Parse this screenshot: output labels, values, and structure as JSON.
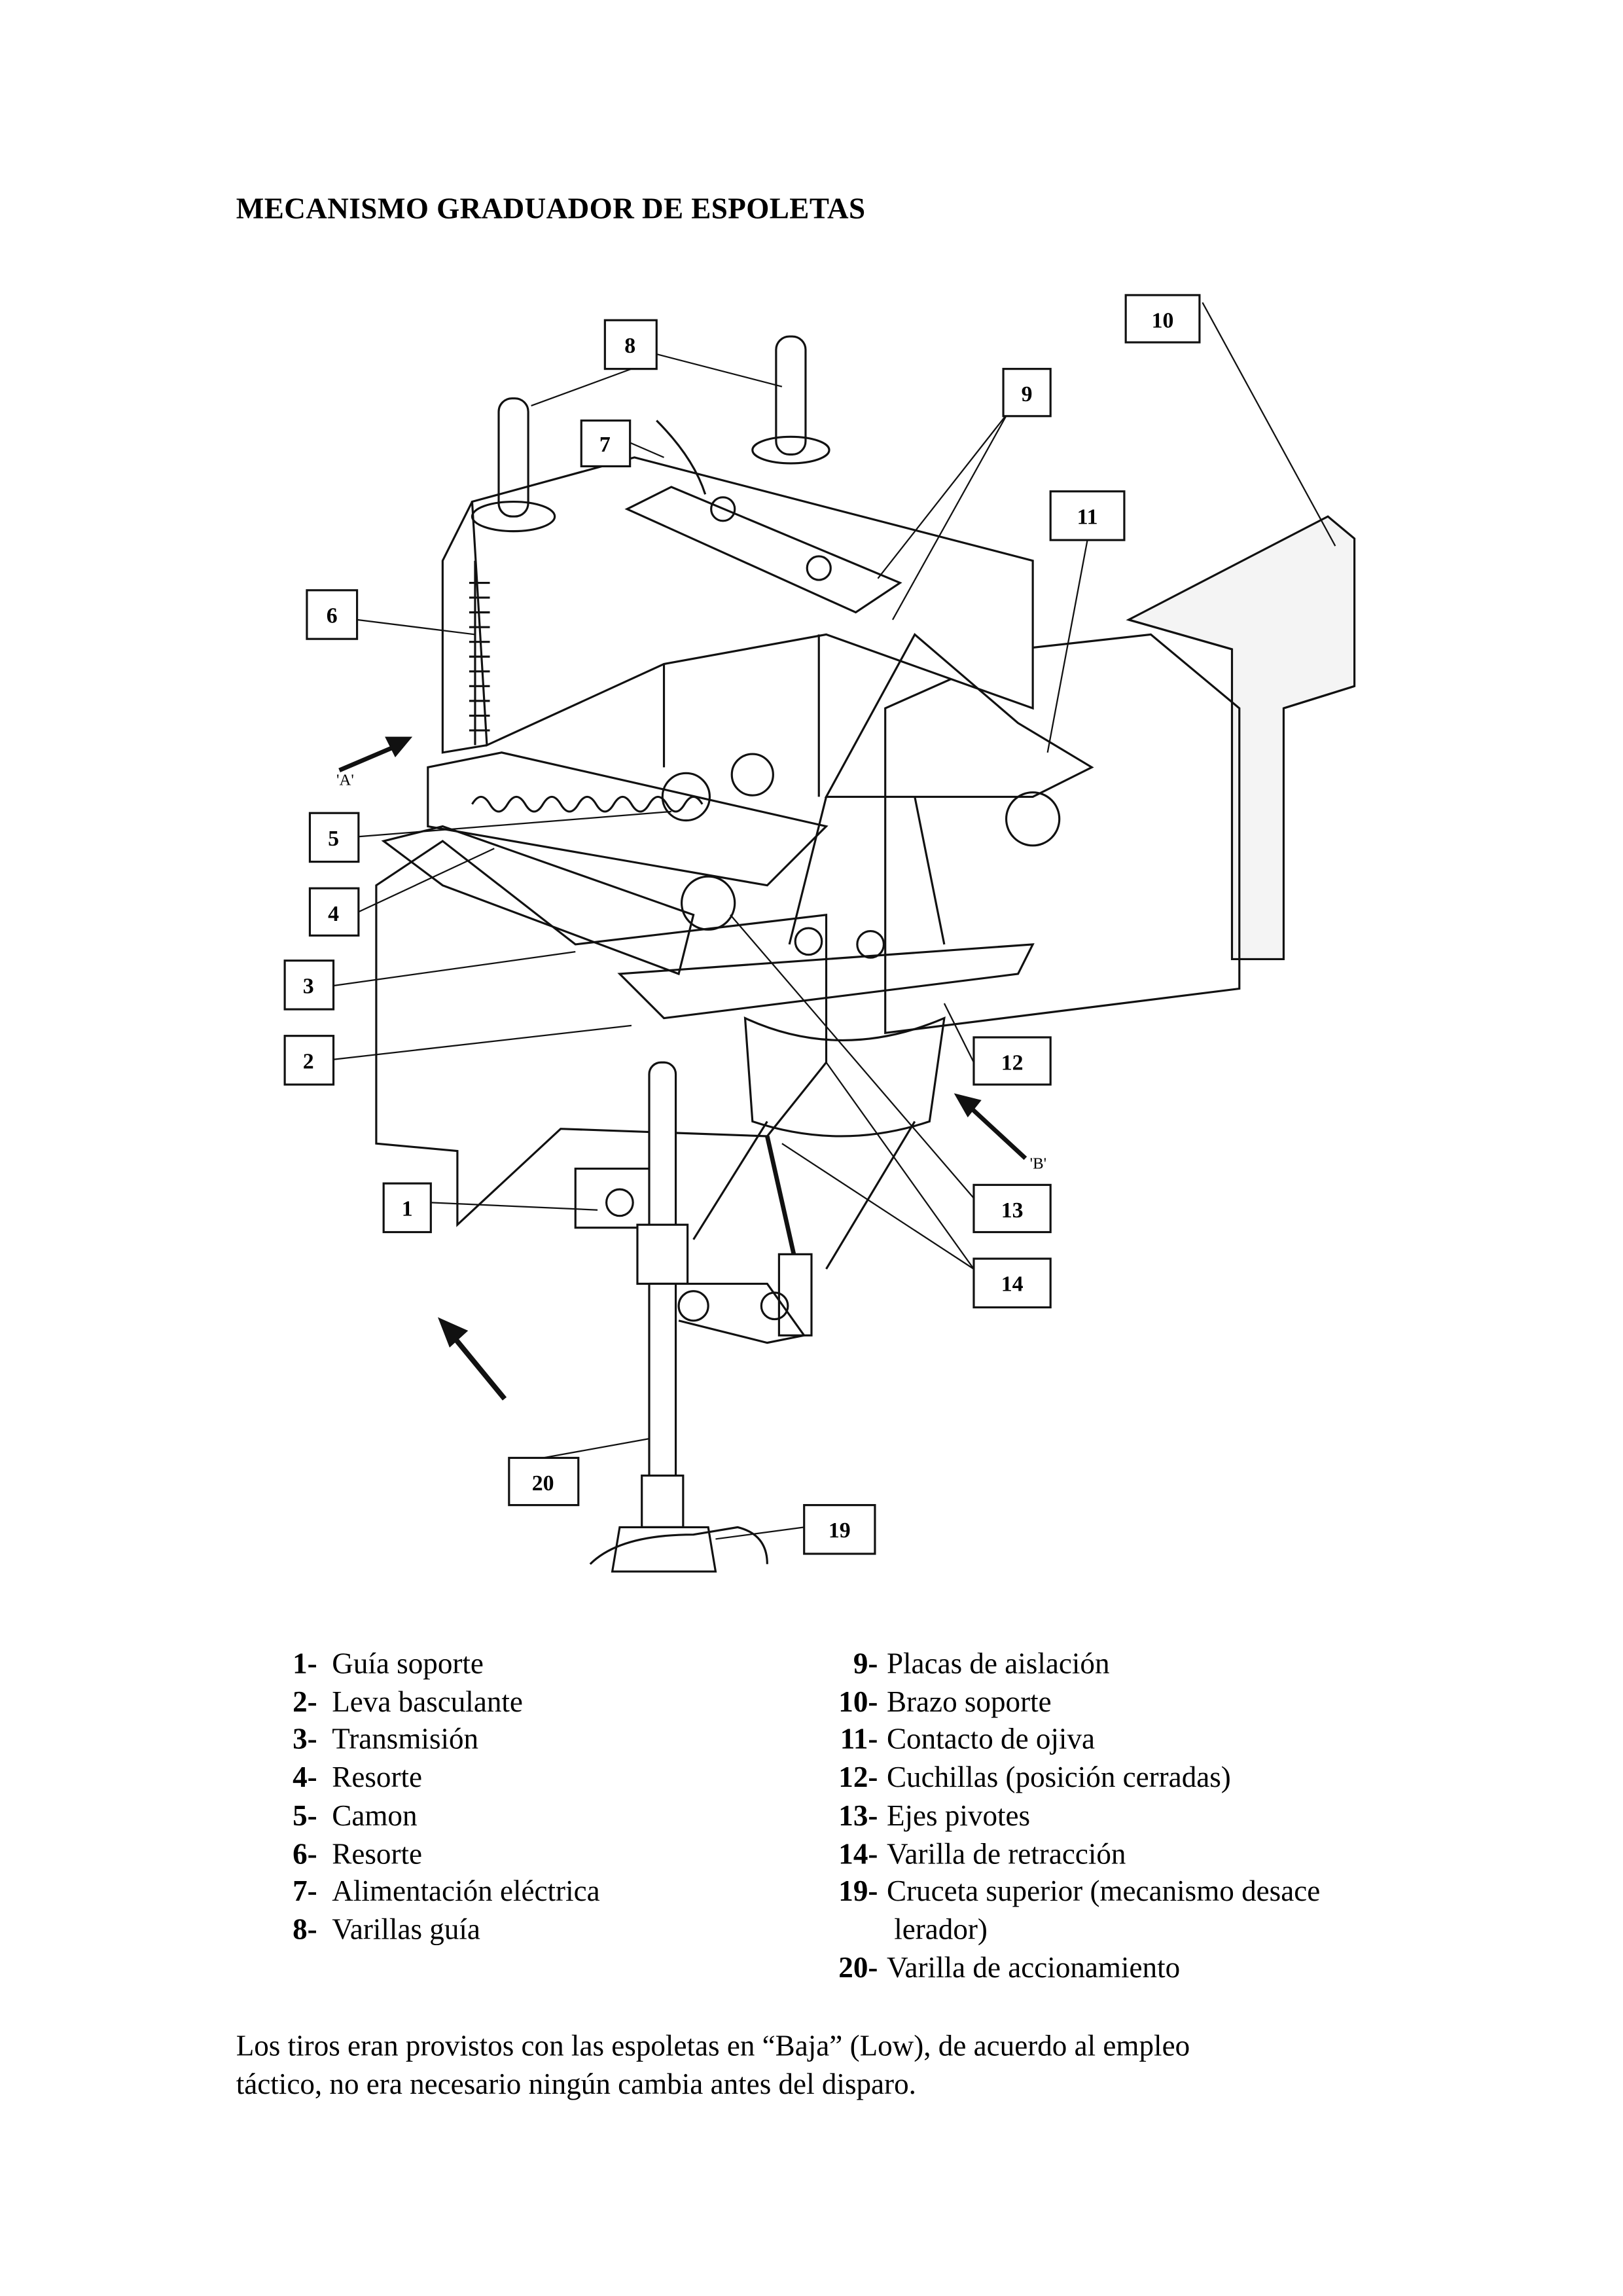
{
  "title": "MECANISMO GRADUADOR DE ESPOLETAS",
  "callouts": [
    "1",
    "2",
    "3",
    "4",
    "5",
    "6",
    "7",
    "8",
    "9",
    "10",
    "11",
    "12",
    "13",
    "14",
    "19",
    "20"
  ],
  "view_labels": {
    "a": "'A'",
    "b": "'B'"
  },
  "legend_left": [
    {
      "num": "1-",
      "label": "Guía soporte"
    },
    {
      "num": "2-",
      "label": "Leva basculante"
    },
    {
      "num": "3-",
      "label": "Transmisión"
    },
    {
      "num": "4-",
      "label": "Resorte"
    },
    {
      "num": "5-",
      "label": "Camon"
    },
    {
      "num": "6-",
      "label": "Resorte"
    },
    {
      "num": "7-",
      "label": "Alimentación eléctrica"
    },
    {
      "num": "8-",
      "label": "Varillas guía"
    }
  ],
  "legend_right": [
    {
      "num": "9-",
      "label": "Placas de aislación"
    },
    {
      "num": "10-",
      "label": "Brazo soporte"
    },
    {
      "num": "11-",
      "label": "Contacto de ojiva"
    },
    {
      "num": "12-",
      "label": "Cuchillas (posición cerradas)"
    },
    {
      "num": "13-",
      "label": "Ejes pivotes"
    },
    {
      "num": "14-",
      "label": "Varilla de retracción"
    },
    {
      "num": "19-",
      "label": "Cruceta superior (mecanismo desace",
      "continuation": "lerador)"
    },
    {
      "num": "20-",
      "label": "Varilla de accionamiento"
    }
  ],
  "paragraph": {
    "line1": "Los tiros eran provistos con las espoletas en “Baja” (Low), de acuerdo al empleo",
    "line2": "táctico, no era necesario ningún cambia antes del disparo."
  }
}
